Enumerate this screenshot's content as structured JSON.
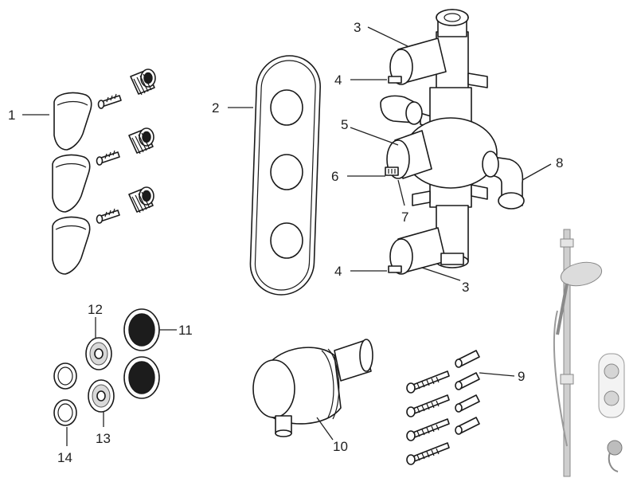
{
  "callouts": {
    "c1": "1",
    "c2": "2",
    "c3a": "3",
    "c3b": "3",
    "c4a": "4",
    "c4b": "4",
    "c5": "5",
    "c6": "6",
    "c7": "7",
    "c8": "8",
    "c9": "9",
    "c10": "10",
    "c11": "11",
    "c12": "12",
    "c13": "13",
    "c14": "14"
  },
  "icons": {
    "lever-handle": "lever-handle-icon",
    "screw": "screw-icon",
    "adapter": "splined-adapter-icon",
    "faceplate": "faceplate-icon",
    "valve-body": "valve-body-icon",
    "wall-outlet": "shower-wall-outlet-icon",
    "wall-plug": "wall-plug-icon",
    "seal": "seal-ring-icon",
    "filter": "filter-washer-icon",
    "olive": "olive-ring-icon",
    "shower-kit": "shower-kit-photo-icon"
  }
}
